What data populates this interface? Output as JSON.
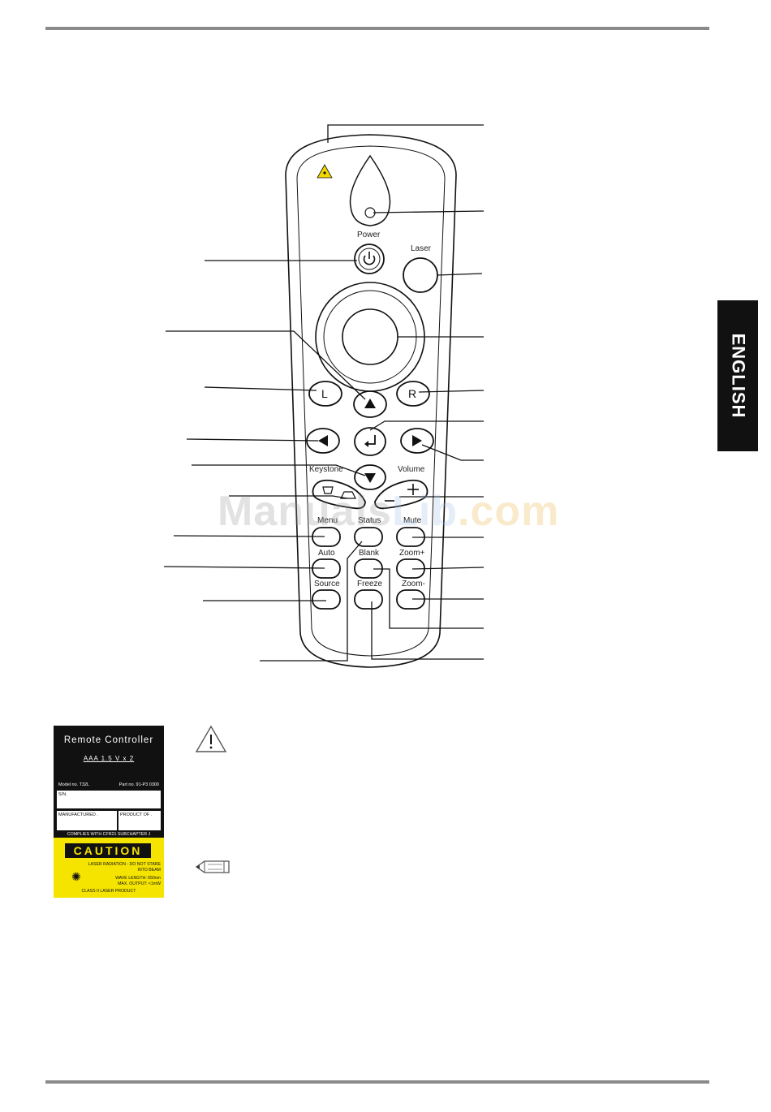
{
  "language_tab": "ENGLISH",
  "watermark": {
    "part1": "Manuals",
    "part2": "Lib",
    "part3": ".com"
  },
  "remote": {
    "power_label": "Power",
    "laser_label": "Laser",
    "l_button": "L",
    "r_button": "R",
    "keystone_label": "Keystone",
    "volume_label": "Volume",
    "menu_label": "Menu",
    "status_label": "Status",
    "mute_label": "Mute",
    "auto_label": "Auto",
    "blank_label": "Blank",
    "zoom_plus_label": "Zoom+",
    "source_label": "Source",
    "freeze_label": "Freeze",
    "zoom_minus_label": "Zoom-"
  },
  "label_card": {
    "title": "Remote Controller",
    "battery": "AAA 1.5 V x 2",
    "model_no": "Model no. T32L",
    "part_no": "Part no. 91-P3 0300",
    "sn": "S/N.",
    "manufactured": "MANUFACTURED .",
    "product_of": "PRODUCT OF .",
    "complies": "COMPLIES WITH CFR21 SUBCHAPTER J",
    "caution": "CAUTION",
    "radiation_warning": "LASER RADIATION - DO NOT STARE INTO BEAM",
    "wavelength": "WAVE LENGTH: 650nm",
    "max_output": "MAX. OUTPUT: <1mW",
    "class": "CLASS II LASER PRODUCT"
  }
}
